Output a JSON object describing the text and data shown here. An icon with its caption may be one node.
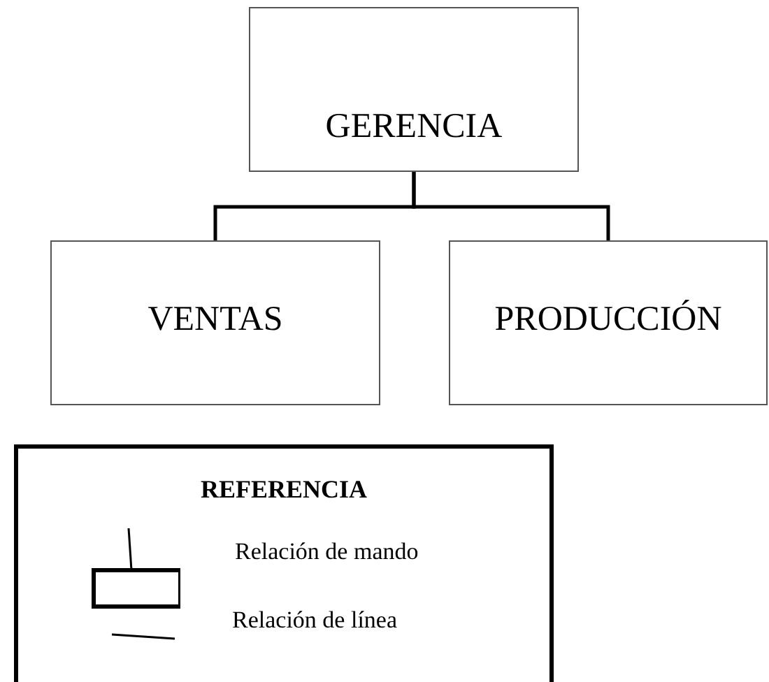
{
  "diagram": {
    "nodes": [
      {
        "text": [
          "GERENCIA"
        ]
      },
      {
        "text": [
          "VENTAS"
        ]
      },
      {
        "text": [
          "PRODUCCIÓN"
        ]
      }
    ],
    "edges": [
      {
        "from": 0,
        "to": 1,
        "arrow": "none"
      },
      {
        "from": 0,
        "to": 2,
        "arrow": "none"
      }
    ],
    "labels": [
      "REFERENCIA"
    ],
    "legend": [
      {
        "text": "Relación de mando"
      },
      {
        "text": "Relación de línea"
      }
    ]
  }
}
